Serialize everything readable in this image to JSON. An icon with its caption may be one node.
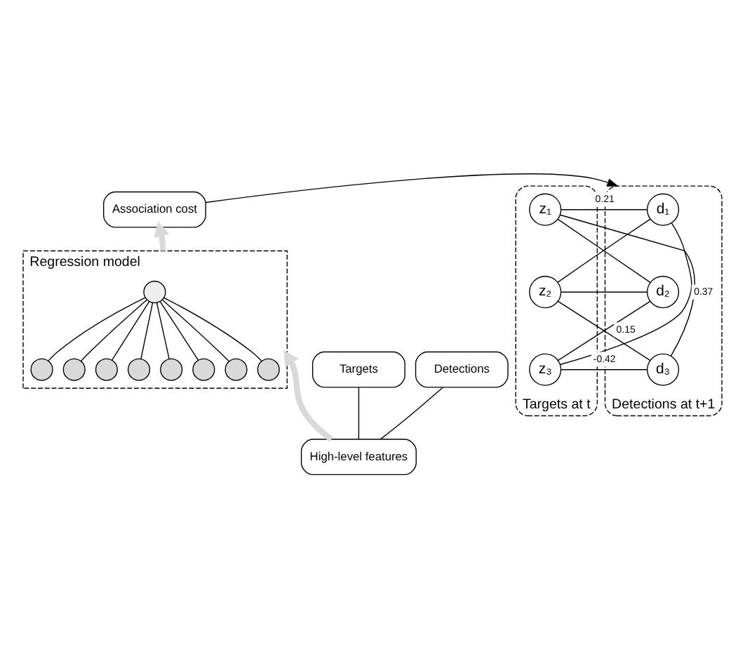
{
  "diagram": {
    "nodes": [
      {
        "text": [
          "Association cost"
        ]
      },
      {
        "text": [
          "Regression model"
        ]
      },
      {
        "text": [],
        "shape": "circle",
        "in": 1
      },
      {
        "text": [],
        "shape": "circle",
        "in": 1
      },
      {
        "text": [],
        "shape": "circle",
        "in": 1
      },
      {
        "text": [],
        "shape": "circle",
        "in": 1
      },
      {
        "text": [],
        "shape": "circle",
        "in": 1
      },
      {
        "text": [],
        "shape": "circle",
        "in": 1
      },
      {
        "text": [],
        "shape": "circle",
        "in": 1
      },
      {
        "text": [],
        "shape": "circle",
        "in": 1
      },
      {
        "text": [],
        "shape": "circle",
        "in": 1
      },
      {
        "text": [
          "High-level features"
        ]
      },
      {
        "text": [
          "Targets"
        ]
      },
      {
        "text": [
          "Detections"
        ]
      },
      {
        "text": [
          "Targets at t"
        ]
      },
      {
        "text": [
          "z₁"
        ],
        "in": 14
      },
      {
        "text": [
          "z₂"
        ],
        "in": 14
      },
      {
        "text": [
          "z₃"
        ],
        "in": 14
      },
      {
        "text": [
          "Detections at t+1"
        ]
      },
      {
        "text": [
          "d₁"
        ],
        "in": 18
      },
      {
        "text": [
          "d₂"
        ],
        "in": 18
      },
      {
        "text": [
          "d₃"
        ],
        "in": 18
      }
    ],
    "edges": [
      {
        "from": 2,
        "to": 3,
        "arrow": "none"
      },
      {
        "from": 2,
        "to": 4,
        "arrow": "none"
      },
      {
        "from": 2,
        "to": 5,
        "arrow": "none"
      },
      {
        "from": 2,
        "to": 6,
        "arrow": "none"
      },
      {
        "from": 2,
        "to": 7,
        "arrow": "none"
      },
      {
        "from": 2,
        "to": 8,
        "arrow": "none"
      },
      {
        "from": 2,
        "to": 9,
        "arrow": "none"
      },
      {
        "from": 2,
        "to": 10,
        "arrow": "none"
      },
      {
        "from": 1,
        "to": 0,
        "arrow": "to",
        "style": "thick",
        "color": "#d9d9d9"
      },
      {
        "from": 11,
        "to": 1,
        "arrow": "to",
        "style": "thick",
        "color": "#d9d9d9"
      },
      {
        "from": 12,
        "to": 11,
        "arrow": "none"
      },
      {
        "from": 13,
        "to": 11,
        "arrow": "none"
      },
      {
        "from": 0,
        "to": 18,
        "arrow": "to"
      },
      {
        "from": 15,
        "to": 19,
        "arrow": "none",
        "label": "0.21"
      },
      {
        "from": 15,
        "to": 20,
        "arrow": "none"
      },
      {
        "from": 15,
        "to": 21,
        "arrow": "none"
      },
      {
        "from": 16,
        "to": 19,
        "arrow": "none"
      },
      {
        "from": 16,
        "to": 20,
        "arrow": "none"
      },
      {
        "from": 16,
        "to": 21,
        "arrow": "none"
      },
      {
        "from": 17,
        "to": 19,
        "arrow": "none",
        "label": "0.37"
      },
      {
        "from": 17,
        "to": 20,
        "arrow": "none",
        "label": "0.15"
      },
      {
        "from": 17,
        "to": 21,
        "arrow": "none",
        "label": "-0.42"
      }
    ]
  }
}
